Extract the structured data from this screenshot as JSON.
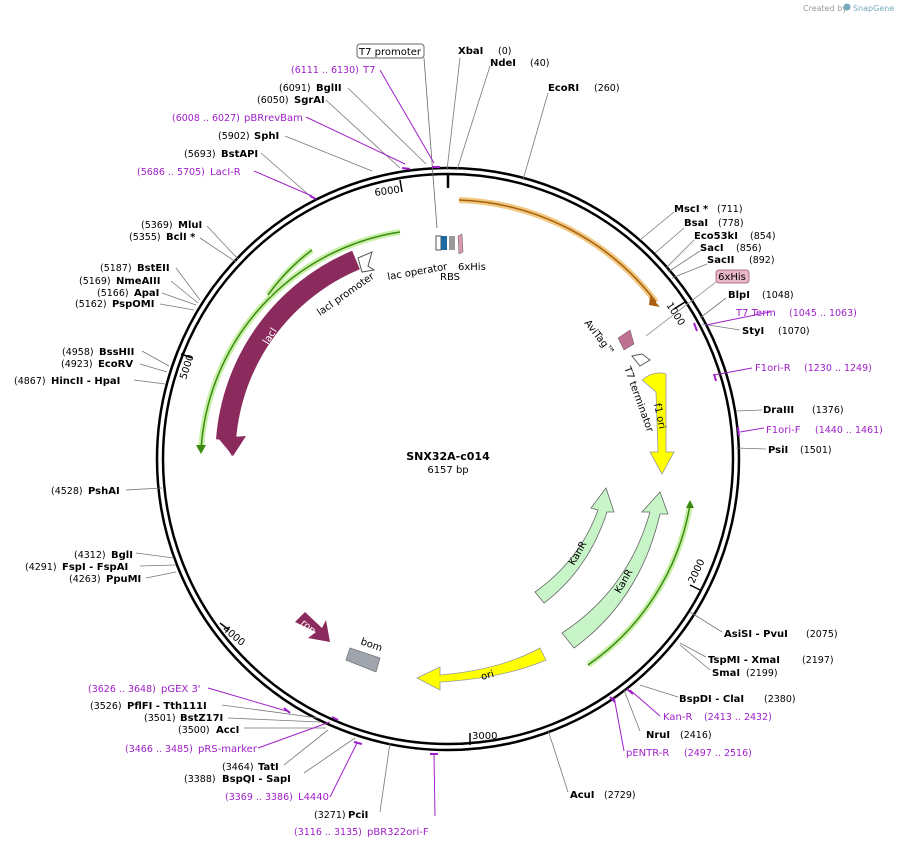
{
  "credit": {
    "prefix": "Created by",
    "brand": "SnapGene"
  },
  "plasmid": {
    "name": "SNX32A-c014",
    "length": "6157 bp"
  },
  "ticks": [
    "1000",
    "2000",
    "3000",
    "4000",
    "5000",
    "6000"
  ],
  "features": {
    "t7promoter": "T7 promoter",
    "sixhis_box": "6xHis",
    "sixhis": "6xHis",
    "rbs": "RBS",
    "lacop": "lac operator",
    "lacipromoter": "lacI promoter",
    "laci": "lacI",
    "avitag": "AviTag™",
    "t7term": "T7 terminator",
    "f1ori": "f1 ori",
    "kanr1": "KanR",
    "kanr2": "KanR",
    "ori": "ori",
    "rop": "rop",
    "bom": "bom"
  },
  "sites": [
    {
      "name": "XbaI",
      "pos": "(0)"
    },
    {
      "name": "NdeI",
      "pos": "(40)"
    },
    {
      "name": "EcoRI",
      "pos": "(260)"
    },
    {
      "name": "MscI *",
      "pos": "(711)"
    },
    {
      "name": "BsaI",
      "pos": "(778)"
    },
    {
      "name": "Eco53kI",
      "pos": "(854)"
    },
    {
      "name": "SacI",
      "pos": "(856)"
    },
    {
      "name": "SacII",
      "pos": "(892)"
    },
    {
      "name": "BlpI",
      "pos": "(1048)"
    },
    {
      "name": "StyI",
      "pos": "(1070)"
    },
    {
      "name": "DraIII",
      "pos": "(1376)"
    },
    {
      "name": "PsiI",
      "pos": "(1501)"
    },
    {
      "name": "AsiSI - PvuI",
      "pos": "(2075)"
    },
    {
      "name": "TspMI - XmaI",
      "pos": "(2197)"
    },
    {
      "name": "SmaI",
      "pos": "(2199)"
    },
    {
      "name": "BspDI - ClaI",
      "pos": "(2380)"
    },
    {
      "name": "NruI",
      "pos": "(2416)"
    },
    {
      "name": "AcuI",
      "pos": "(2729)"
    },
    {
      "name": "PciI",
      "pos": "(3271)"
    },
    {
      "name": "BspQI - SapI",
      "pos": "(3388)"
    },
    {
      "name": "TatI",
      "pos": "(3464)"
    },
    {
      "name": "AccI",
      "pos": "(3500)"
    },
    {
      "name": "BstZ17I",
      "pos": "(3501)"
    },
    {
      "name": "PflFI - Tth111I",
      "pos": "(3526)"
    },
    {
      "name": "PpuMI",
      "pos": "(4263)"
    },
    {
      "name": "FspI - FspAI",
      "pos": "(4291)"
    },
    {
      "name": "BglI",
      "pos": "(4312)"
    },
    {
      "name": "PshAI",
      "pos": "(4528)"
    },
    {
      "name": "HincII - HpaI",
      "pos": "(4867)"
    },
    {
      "name": "EcoRV",
      "pos": "(4923)"
    },
    {
      "name": "BssHII",
      "pos": "(4958)"
    },
    {
      "name": "PspOMI",
      "pos": "(5162)"
    },
    {
      "name": "ApaI",
      "pos": "(5166)"
    },
    {
      "name": "NmeAIII",
      "pos": "(5169)"
    },
    {
      "name": "BstEII",
      "pos": "(5187)"
    },
    {
      "name": "BclI *",
      "pos": "(5355)"
    },
    {
      "name": "MluI",
      "pos": "(5369)"
    },
    {
      "name": "BstAPI",
      "pos": "(5693)"
    },
    {
      "name": "SphI",
      "pos": "(5902)"
    },
    {
      "name": "SgrAI",
      "pos": "(6050)"
    },
    {
      "name": "BglII",
      "pos": "(6091)"
    }
  ],
  "primers": [
    {
      "name": "T7",
      "range": "(6111 .. 6130)"
    },
    {
      "name": "pBRrevBam",
      "range": "(6008 .. 6027)"
    },
    {
      "name": "LacI-R",
      "range": "(5686 .. 5705)"
    },
    {
      "name": "T7 Term",
      "range": "(1045 .. 1063)"
    },
    {
      "name": "F1ori-R",
      "range": "(1230 .. 1249)"
    },
    {
      "name": "F1ori-F",
      "range": "(1440 .. 1461)"
    },
    {
      "name": "Kan-R",
      "range": "(2413 .. 2432)"
    },
    {
      "name": "pENTR-R",
      "range": "(2497 .. 2516)"
    },
    {
      "name": "L4440",
      "range": "(3369 .. 3386)"
    },
    {
      "name": "pBR322ori-F",
      "range": "(3116 .. 3135)"
    },
    {
      "name": "pRS-marker",
      "range": "(3466 .. 3485)"
    },
    {
      "name": "pGEX 3'",
      "range": "(3626 .. 3648)"
    }
  ],
  "colors": {
    "laci": "#8b2a5c",
    "f1ori": "#ffff00",
    "kanr": "#c8f5c8",
    "rop": "#8b2a5c",
    "bom": "#a0a4ac",
    "cds_orange": "#f0a850",
    "primer": "#a020c8"
  }
}
